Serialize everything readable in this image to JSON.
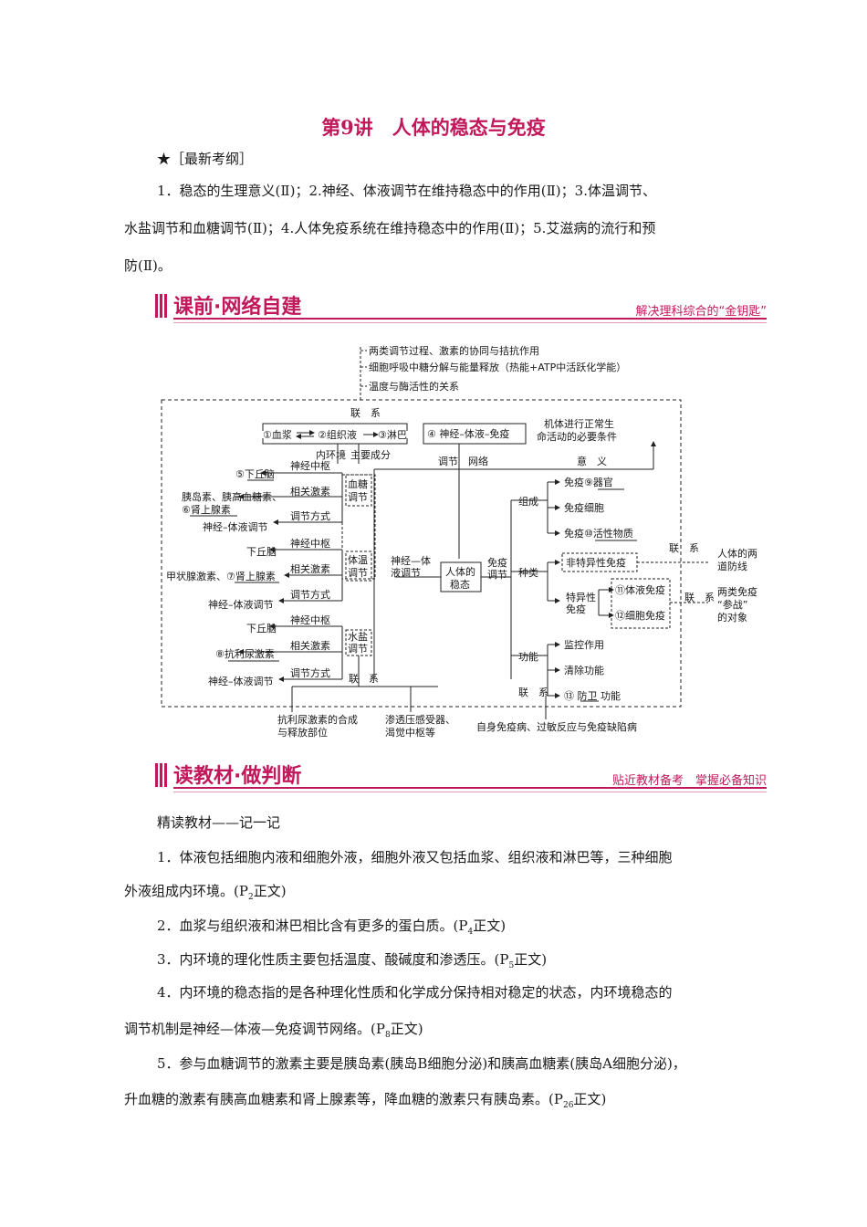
{
  "title": "第9讲　人体的稳态与免疫",
  "outline_heading": "★［最新考纲］",
  "outline_lines": [
    "1．稳态的生理意义(Ⅱ)；2.神经、体液调节在维持稳态中的作用(Ⅱ)；3.体温调节、",
    "水盐调节和血糖调节(Ⅱ)；4.人体免疫系统在维持稳态中的作用(Ⅱ)；5.艾滋病的流行和预",
    "防(Ⅱ)。"
  ],
  "banner1": {
    "title": "课前·网络自建",
    "subtitle": "解决理科综合的“金钥匙”"
  },
  "banner2": {
    "title": "读教材·做判断",
    "subtitle": "贴近教材备考　掌握必备知识"
  },
  "diagram": {
    "top_notes": [
      "两类调节过程、激素的协同与拮抗作用",
      "细胞呼吸中糖分解与能量释放（热能+ATP中活跃化学能）",
      "温度与酶活性的关系"
    ],
    "lianxi": "联　系",
    "fluids": {
      "plasma": "①血浆",
      "tissue": "②组织液",
      "lymph": "③淋巴"
    },
    "inner_env": "内环境",
    "main_comp": "主要成分",
    "network": "④ 神经–体液–免疫",
    "network_label": "调节　网络",
    "meaning": [
      "机体进行正常生",
      "命活动的必要条件"
    ],
    "meaning_label": "意　义",
    "center": [
      "人体的",
      "稳态"
    ],
    "nh_reg": [
      "神经—体",
      "液调节"
    ],
    "imm_reg": [
      "免疫",
      "调节"
    ],
    "glucose": {
      "box": [
        "血糖",
        "调节"
      ],
      "items": [
        "⑤下丘脑",
        "胰岛素、胰高血糖素、",
        "⑥肾上腺素",
        "神经–体液调节"
      ],
      "tags": [
        "神经中枢",
        "相关激素",
        "调节方式"
      ]
    },
    "temp": {
      "box": [
        "体温",
        "调节"
      ],
      "items": [
        "下丘脑",
        "甲状腺激素、⑦肾上腺素",
        "神经–体液调节"
      ],
      "tags": [
        "神经中枢",
        "相关激素",
        "调节方式"
      ]
    },
    "water": {
      "box": [
        "水盐",
        "调节"
      ],
      "items": [
        "下丘脑",
        "⑧抗利尿激素",
        "神经–体液调节"
      ],
      "tags": [
        "神经中枢",
        "相关激素",
        "调节方式"
      ]
    },
    "bottom_notes": [
      [
        "抗利尿激素的合成",
        "与释放部位"
      ],
      [
        "渗透压感受器、",
        "渴觉中枢等"
      ]
    ],
    "composition": {
      "label": "组成",
      "items": [
        "免疫⑨器官",
        "免疫细胞",
        "免疫⑩活性物质"
      ]
    },
    "types": {
      "label": "种类",
      "nonspecific": "非特异性免疫",
      "specific": [
        "特异性",
        "免疫"
      ],
      "humoral": "⑪体液免疫",
      "cellular": "⑫细胞免疫"
    },
    "function": {
      "label": "功能",
      "items": [
        "监控作用",
        "清除功能",
        "⑬ 防卫 功能"
      ]
    },
    "right_notes": {
      "line2": [
        "人体的两",
        "道防线"
      ],
      "battle": [
        "两类免疫",
        "“参战”",
        "的对象"
      ]
    },
    "immune_diseases": "自身免疫病、过敏反应与免疫缺陷病"
  },
  "reading_heading": "精读教材——记一记",
  "reading": [
    {
      "lines": [
        "1．体液包括细胞内液和细胞外液，细胞外液又包括血浆、组织液和淋巴等，三种细胞",
        "外液组成内环境。"
      ],
      "page": "2",
      "src": "正文"
    },
    {
      "lines": [
        "2．血浆与组织液和淋巴相比含有更多的蛋白质。"
      ],
      "page": "4",
      "src": "正文"
    },
    {
      "lines": [
        "3．内环境的理化性质主要包括温度、酸碱度和渗透压。"
      ],
      "page": "5",
      "src": "正文"
    },
    {
      "lines": [
        "4．内环境的稳态指的是各种理化性质和化学成分保持相对稳定的状态，内环境稳态的",
        "调节机制是神经—体液—免疫调节网络。"
      ],
      "page": "8",
      "src": "正文"
    },
    {
      "lines": [
        "5．参与血糖调节的激素主要是胰岛素(胰岛B细胞分泌)和胰高血糖素(胰岛A细胞分泌)，",
        "升血糖的激素有胰高血糖素和肾上腺素等，降血糖的激素只有胰岛素。"
      ],
      "page": "26",
      "src": "正文"
    }
  ]
}
